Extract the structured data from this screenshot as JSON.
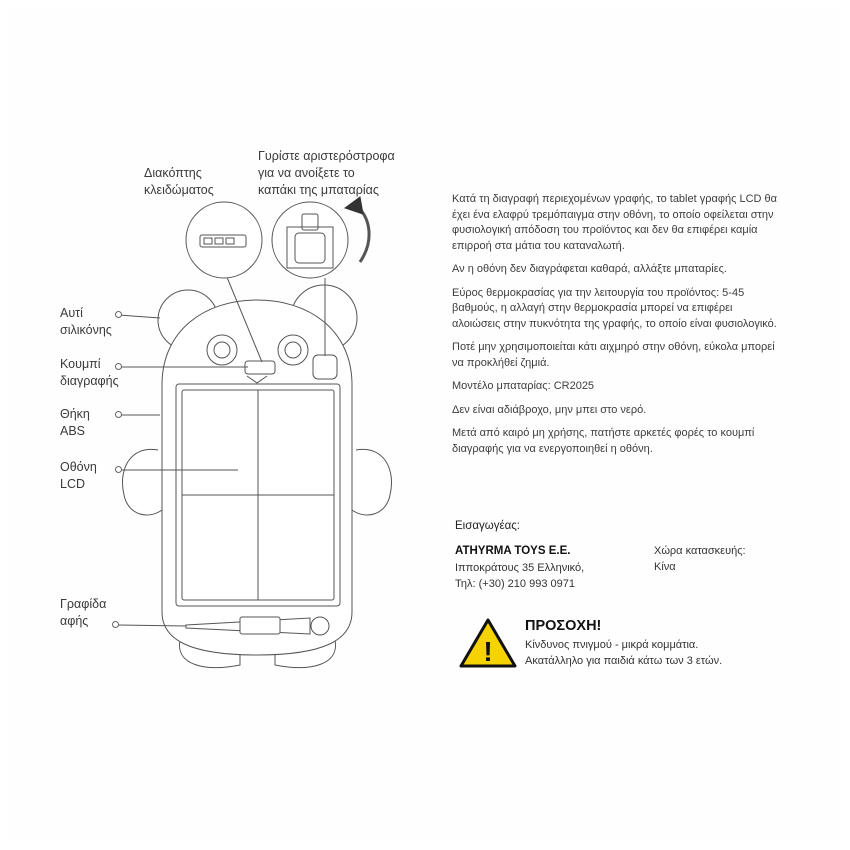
{
  "labels": {
    "lock_switch": "Διακόπτης\nκλειδώματος",
    "battery_turn": "Γυρίστε αριστερόστροφα\nγια να ανοίξετε το\nκαπάκι της μπαταρίας",
    "silicone_ears": "Αυτί\nσιλικόνης",
    "erase_button": "Κουμπί\nδιαγραφής",
    "abs_case": "Θήκη\nABS",
    "lcd_screen": "Οθόνη\nLCD",
    "stylus": "Γραφίδα\nαφής"
  },
  "info": {
    "p1": "Κατά τη διαγραφή περιεχομένων γραφής, το tablet γραφής LCD θα έχει ένα ελαφρύ τρεμόπαιγμα στην οθόνη, το οποίο οφείλεται στην φυσιολογική απόδοση του προϊόντος και δεν θα επιφέρει καμία επιρροή στα μάτια του καταναλωτή.",
    "p2": "Αν η οθόνη δεν διαγράφεται καθαρά, αλλάξτε μπαταρίες.",
    "p3": "Εύρος θερμοκρασίας για την λειτουργία του προϊόντος: 5-45 βαθμούς, η αλλαγή στην θερμοκρασία μπορεί να επιφέρει αλοιώσεις στην πυκνότητα της γραφής, το οποίο είναι φυσιολογικό.",
    "p4": "Ποτέ μην χρησιμοποιείται κάτι αιχμηρό στην οθόνη, εύκολα μπορεί να προκλήθεί ζημιά.",
    "p5": "Μοντέλο μπαταρίας: CR2025",
    "p6": "Δεν είναι αδιάβροχο, μην μπει στο νερό.",
    "p7": "Μετά από καιρό μη χρήσης, πατήστε αρκετές φορές το κουμπί διαγραφής για να ενεργοποιηθεί η οθόνη."
  },
  "importer": {
    "heading": "Εισαγωγέας:",
    "name": "ATHYRMA TOYS E.E.",
    "address": "Ιπποκράτους 35 Ελληνικό,",
    "phone": "Τηλ: (+30) 210 993 0971",
    "origin_label": "Χώρα κατασκευής:",
    "origin_value": "Κίνα"
  },
  "warning": {
    "title": "ΠΡΟΣΟΧΗ!",
    "line1": "Κίνδυνος πνιγμού - μικρά κομμάτια.",
    "line2": "Ακατάλληλο για παιδιά κάτω των 3 ετών.",
    "symbol": "!",
    "color": "#f5d300"
  }
}
